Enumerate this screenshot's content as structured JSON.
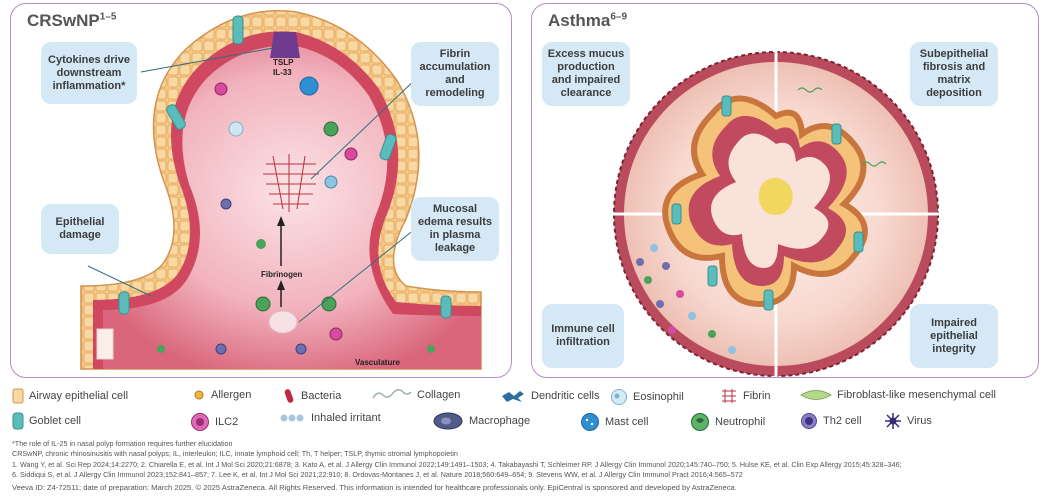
{
  "left_panel": {
    "title": "CRSwNP",
    "title_sup": "1–5",
    "callouts": {
      "cytokines": "Cytokines drive downstream inflammation*",
      "fibrin": "Fibrin accumulation and remodeling",
      "epithelial": "Epithelial damage",
      "mucosal": "Mucosal edema results in plasma leakage"
    },
    "labels": {
      "tslp": "TSLP",
      "il33": "IL-33",
      "fibrinogen": "Fibrinogen",
      "vasculature": "Vasculature"
    }
  },
  "right_panel": {
    "title": "Asthma",
    "title_sup": "6–9",
    "callouts": {
      "mucus": "Excess mucus production and impaired clearance",
      "fibrosis": "Subepithelial fibrosis and matrix deposition",
      "immune": "Immune cell infiltration",
      "integrity": "Impaired epithelial integrity"
    }
  },
  "legend": [
    {
      "icon": "airway-epithelial-cell-icon",
      "label": "Airway epithelial cell"
    },
    {
      "icon": "allergen-icon",
      "label": "Allergen"
    },
    {
      "icon": "bacteria-icon",
      "label": "Bacteria"
    },
    {
      "icon": "collagen-icon",
      "label": "Collagen"
    },
    {
      "icon": "dendritic-cell-icon",
      "label": "Dendritic cells"
    },
    {
      "icon": "eosinophil-icon",
      "label": "Eosinophil"
    },
    {
      "icon": "fibrin-icon",
      "label": "Fibrin"
    },
    {
      "icon": "fibroblast-icon",
      "label": "Fibroblast-like mesenchymal cell"
    },
    {
      "icon": "goblet-cell-icon",
      "label": "Goblet cell"
    },
    {
      "icon": "ilc2-icon",
      "label": "ILC2"
    },
    {
      "icon": "inhaled-irritant-icon",
      "label": "Inhaled irritant"
    },
    {
      "icon": "macrophage-icon",
      "label": "Macrophage"
    },
    {
      "icon": "mast-cell-icon",
      "label": "Mast cell"
    },
    {
      "icon": "neutrophil-icon",
      "label": "Neutrophil"
    },
    {
      "icon": "th2-cell-icon",
      "label": "Th2 cell"
    },
    {
      "icon": "virus-icon",
      "label": "Virus"
    }
  ],
  "footnotes": {
    "il25": "*The role of IL-25 in nasal polyp formation requires further elucidation",
    "abbreviations": "CRSwNP, chronic rhinosinusitis with nasal polyps; IL, interleukin; ILC, innate lymphoid cell; Th, T helper; TSLP, thymic stromal lymphopoietin",
    "refs_1": "1. Wang Y, et al. Sci Rep 2024;14:2270; 2. Chiarella E, et al. Int J Mol Sci 2020;21:6878; 3. Kato A, et al. J Allergy Clin Immunol 2022;149:1491–1503; 4. Takabayashi T, Schleimer RP. J Allergy Clin Immunol 2020;145:740–750; 5. Hulse KE, et al. Clin Exp Allergy 2015;45:328–346;",
    "refs_2": "6. Siddiqui S, et al.  J Allergy Clin Immunol 2023;152:841–857; 7. Lee K, et al. Int J Mol Sci 2021;22:910; 8. Ordovas-Montanes J, et al. Nature 2018;560:649–654; 9. Stevens WW, et al. J Allergy Clin Immunol Pract 2016;4:565–572",
    "veeva": "Veeva ID: Z4-72511; date of preparation: March 2025. © 2025 AstraZeneca. All Rights Reserved. This information is intended for healthcare professionals only. EpiCentral is sponsored and developed by AstraZeneca."
  },
  "colors": {
    "panel_border": "#b58bc6",
    "callout_bg": "#d5e8f6",
    "tissue_pink": "#e27a8f",
    "epithelium": "#f5c27a",
    "goblet_teal": "#5bbcbc",
    "airway_red": "#a33a4a"
  }
}
